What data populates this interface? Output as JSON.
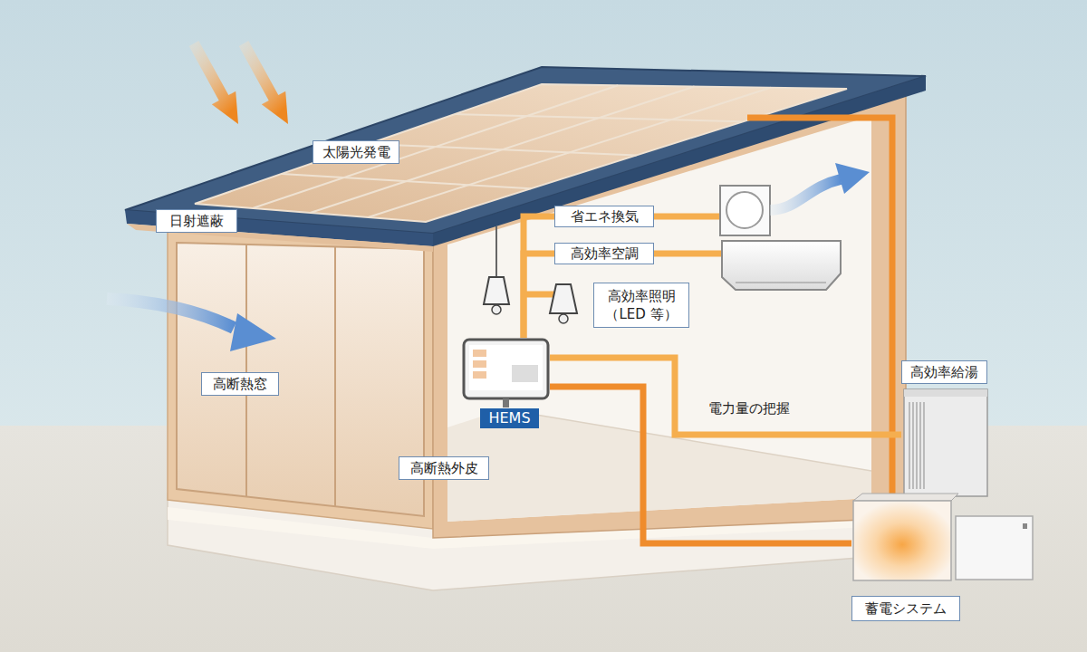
{
  "diagram": {
    "nodes": [
      {
        "text": [
          "太陽光発電"
        ]
      },
      {
        "text": [
          "日射遮蔽"
        ]
      },
      {
        "text": [
          "省エネ換気"
        ]
      },
      {
        "text": [
          "高効率空調"
        ]
      },
      {
        "text": [
          "高効率照明 （LED 等）"
        ]
      },
      {
        "text": [
          "高断熱窓"
        ]
      },
      {
        "text": [
          "HEMS"
        ]
      },
      {
        "text": [
          "高効率給湯"
        ]
      },
      {
        "text": [
          "高断熱外皮"
        ]
      },
      {
        "text": [
          "蓄電システム"
        ]
      }
    ],
    "edges": [
      {
        "from": 6,
        "to": 2,
        "arrow": "none"
      },
      {
        "from": 6,
        "to": 3,
        "arrow": "none"
      },
      {
        "from": 6,
        "to": 7,
        "label": "電力量の把握",
        "arrow": "none"
      },
      {
        "from": 6,
        "to": 9,
        "arrow": "none"
      }
    ]
  }
}
